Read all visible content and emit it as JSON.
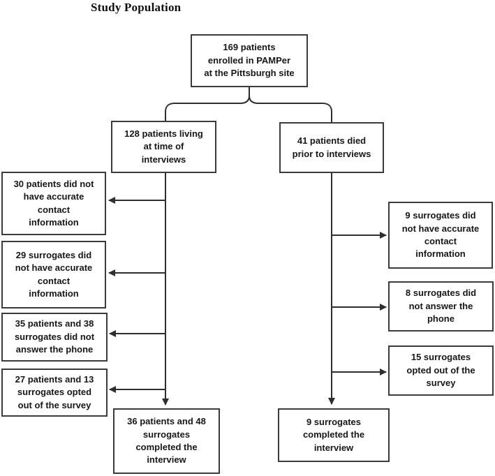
{
  "page_title": "Study Population",
  "colors": {
    "background": "#ffffff",
    "box_border": "#3b3b3b",
    "text": "#171717",
    "connector": "#2e2e2e"
  },
  "nodes": {
    "enrolled": {
      "label": "169 patients\nenrolled in PAMPer\nat the Pittsburgh site"
    },
    "living": {
      "label": "128 patients living\nat time of\ninterviews"
    },
    "died": {
      "label": "41 patients died\nprior to interviews"
    },
    "living_excl_contact": {
      "label": "30 patients did not\nhave accurate\ncontact\ninformation"
    },
    "living_excl_surrogate_contact": {
      "label": "29 surrogates did\nnot have accurate\ncontact\ninformation"
    },
    "living_excl_no_answer": {
      "label": "35 patients and 38\nsurrogates did not\nanswer the phone"
    },
    "living_excl_opted_out": {
      "label": "27 patients and 13\nsurrogates opted\nout of the survey"
    },
    "living_completed": {
      "label": "36 patients and 48\nsurrogates\ncompleted the\ninterview"
    },
    "died_excl_contact": {
      "label": "9 surrogates did\nnot have accurate\ncontact\ninformation"
    },
    "died_excl_no_answer": {
      "label": "8 surrogates did\nnot answer the\nphone"
    },
    "died_excl_opted_out": {
      "label": "15 surrogates\nopted out of the\nsurvey"
    },
    "died_completed": {
      "label": "9 surrogates\ncompleted the\ninterview"
    }
  }
}
